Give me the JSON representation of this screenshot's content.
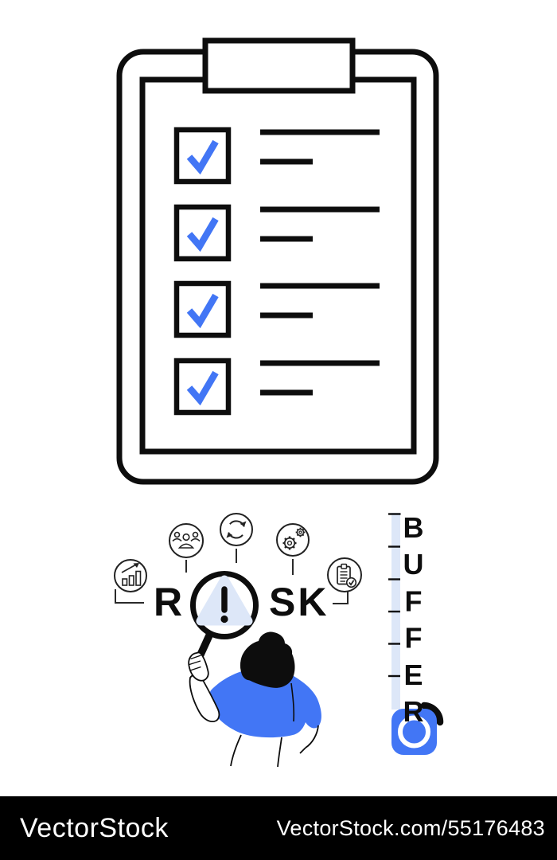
{
  "colors": {
    "ink": "#0d0d0d",
    "accent_blue": "#4276f5",
    "light_blue": "#dde7f8",
    "footer_bg": "#000000",
    "footer_text": "#ffffff"
  },
  "checklist": {
    "rows": [
      {
        "checked": true
      },
      {
        "checked": true
      },
      {
        "checked": true
      },
      {
        "checked": true
      }
    ]
  },
  "risk": {
    "left_letters": "R",
    "right_letters": "SK",
    "magnifier_symbol": "exclamation-triangle",
    "icons": [
      {
        "name": "bar-chart-icon"
      },
      {
        "name": "team-icon"
      },
      {
        "name": "refresh-icon"
      },
      {
        "name": "gears-icon"
      },
      {
        "name": "clipboard-check-icon"
      }
    ]
  },
  "buffer": {
    "label": "BUFFER"
  },
  "footer": {
    "brand": "VectorStock",
    "credit": "VectorStock.com/55176483"
  }
}
